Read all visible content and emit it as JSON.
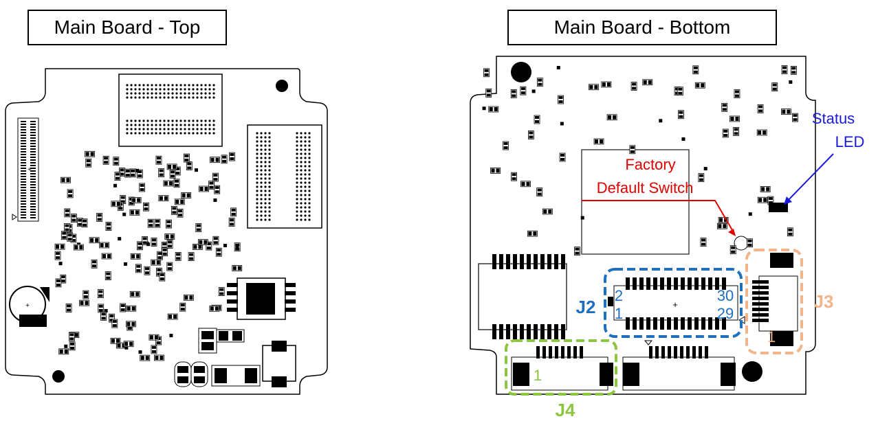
{
  "titles": {
    "top": "Main Board - Top",
    "bottom": "Main Board - Bottom"
  },
  "annotations": {
    "status_led": [
      "Status",
      "LED"
    ],
    "factory_switch": [
      "Factory",
      "Default Switch"
    ],
    "j2": {
      "name": "J2",
      "pin2": "2",
      "pin1": "1",
      "pin30": "30",
      "pin29": "29"
    },
    "j3": {
      "name": "J3",
      "pin1": "1"
    },
    "j4": {
      "name": "J4",
      "pin1": "1"
    }
  },
  "colors": {
    "status_led": "#1a1adb",
    "factory_switch": "#e00000",
    "j2": "#1f6fbf",
    "j3": "#f2b48a",
    "j4": "#8cc63f",
    "board_outline": "#000000"
  }
}
